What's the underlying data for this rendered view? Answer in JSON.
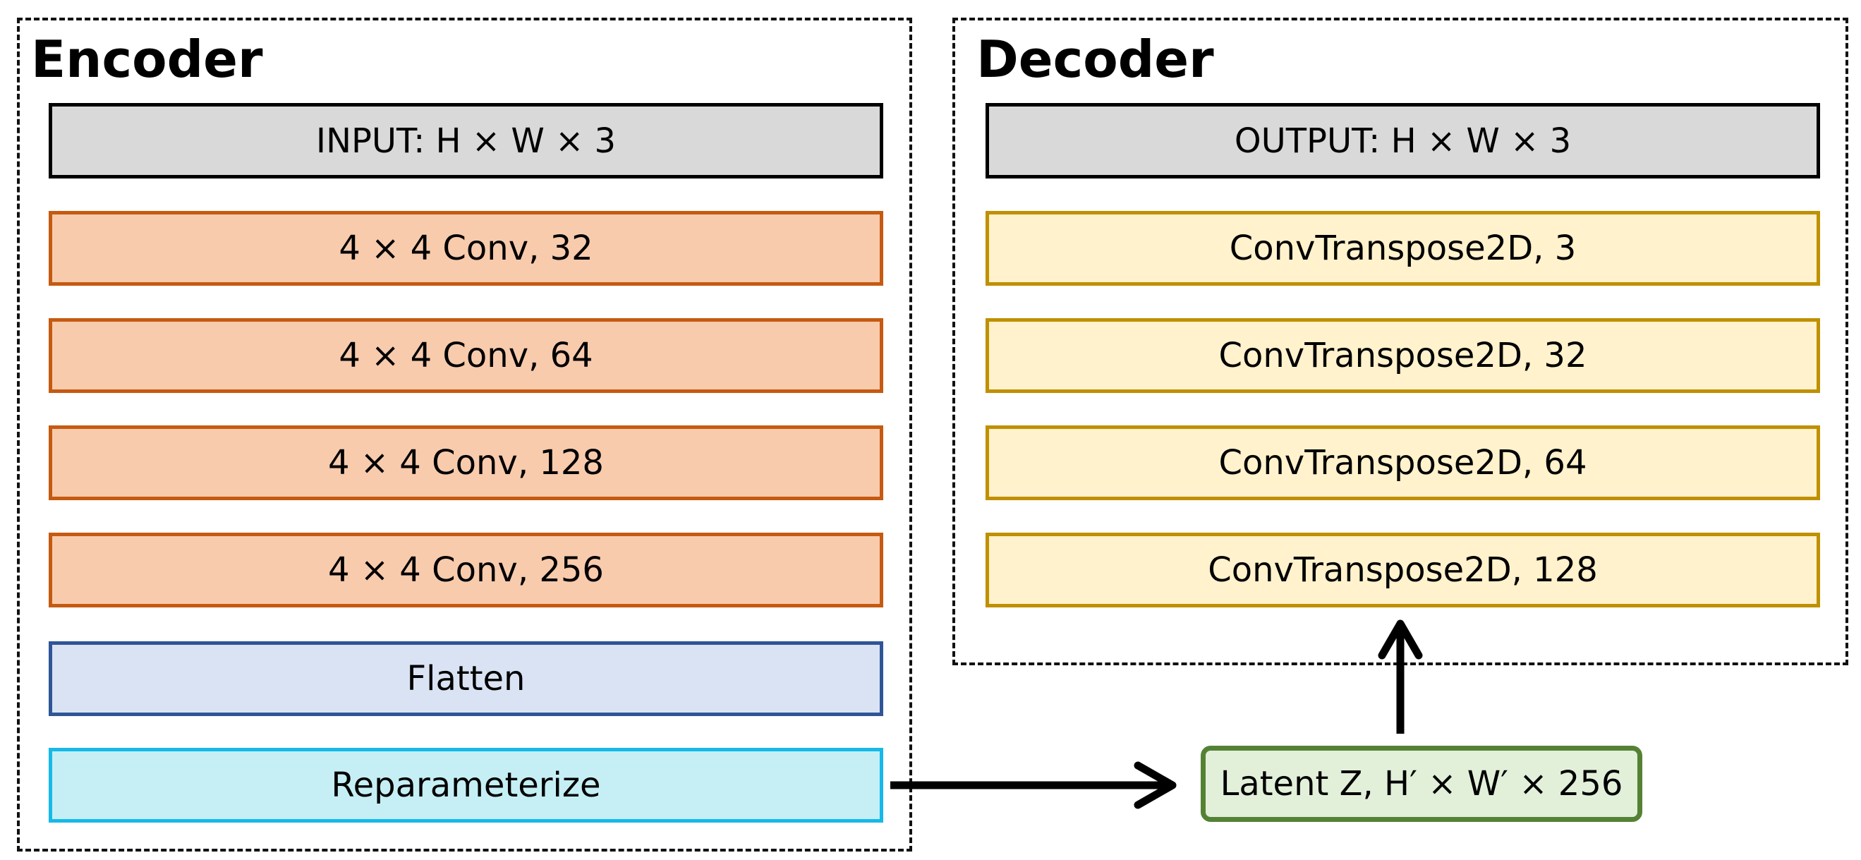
{
  "encoder": {
    "title": "Encoder",
    "input": "INPUT: H × W × 3",
    "layers": [
      "4 × 4 Conv, 32",
      "4 × 4 Conv, 64",
      "4 × 4 Conv, 128",
      "4 × 4 Conv, 256"
    ],
    "flatten": "Flatten",
    "reparameterize": "Reparameterize"
  },
  "decoder": {
    "title": "Decoder",
    "output": "OUTPUT: H × W × 3",
    "layers": [
      "ConvTranspose2D, 3",
      "ConvTranspose2D, 32",
      "ConvTranspose2D, 64",
      "ConvTranspose2D, 128"
    ]
  },
  "latent": {
    "label": "Latent Z, H′ × W′ × 256"
  },
  "colors": {
    "io_fill": "#d9d9d9",
    "conv_fill": "#f8cbad",
    "conv_border": "#c55a11",
    "flatten_fill": "#dae3f3",
    "flatten_border": "#2f5597",
    "reparam_fill": "#c5eff5",
    "reparam_border": "#16b9e8",
    "tconv_fill": "#fff2cc",
    "tconv_border": "#bf9000",
    "latent_fill": "#e2f0d9",
    "latent_border": "#548235"
  }
}
